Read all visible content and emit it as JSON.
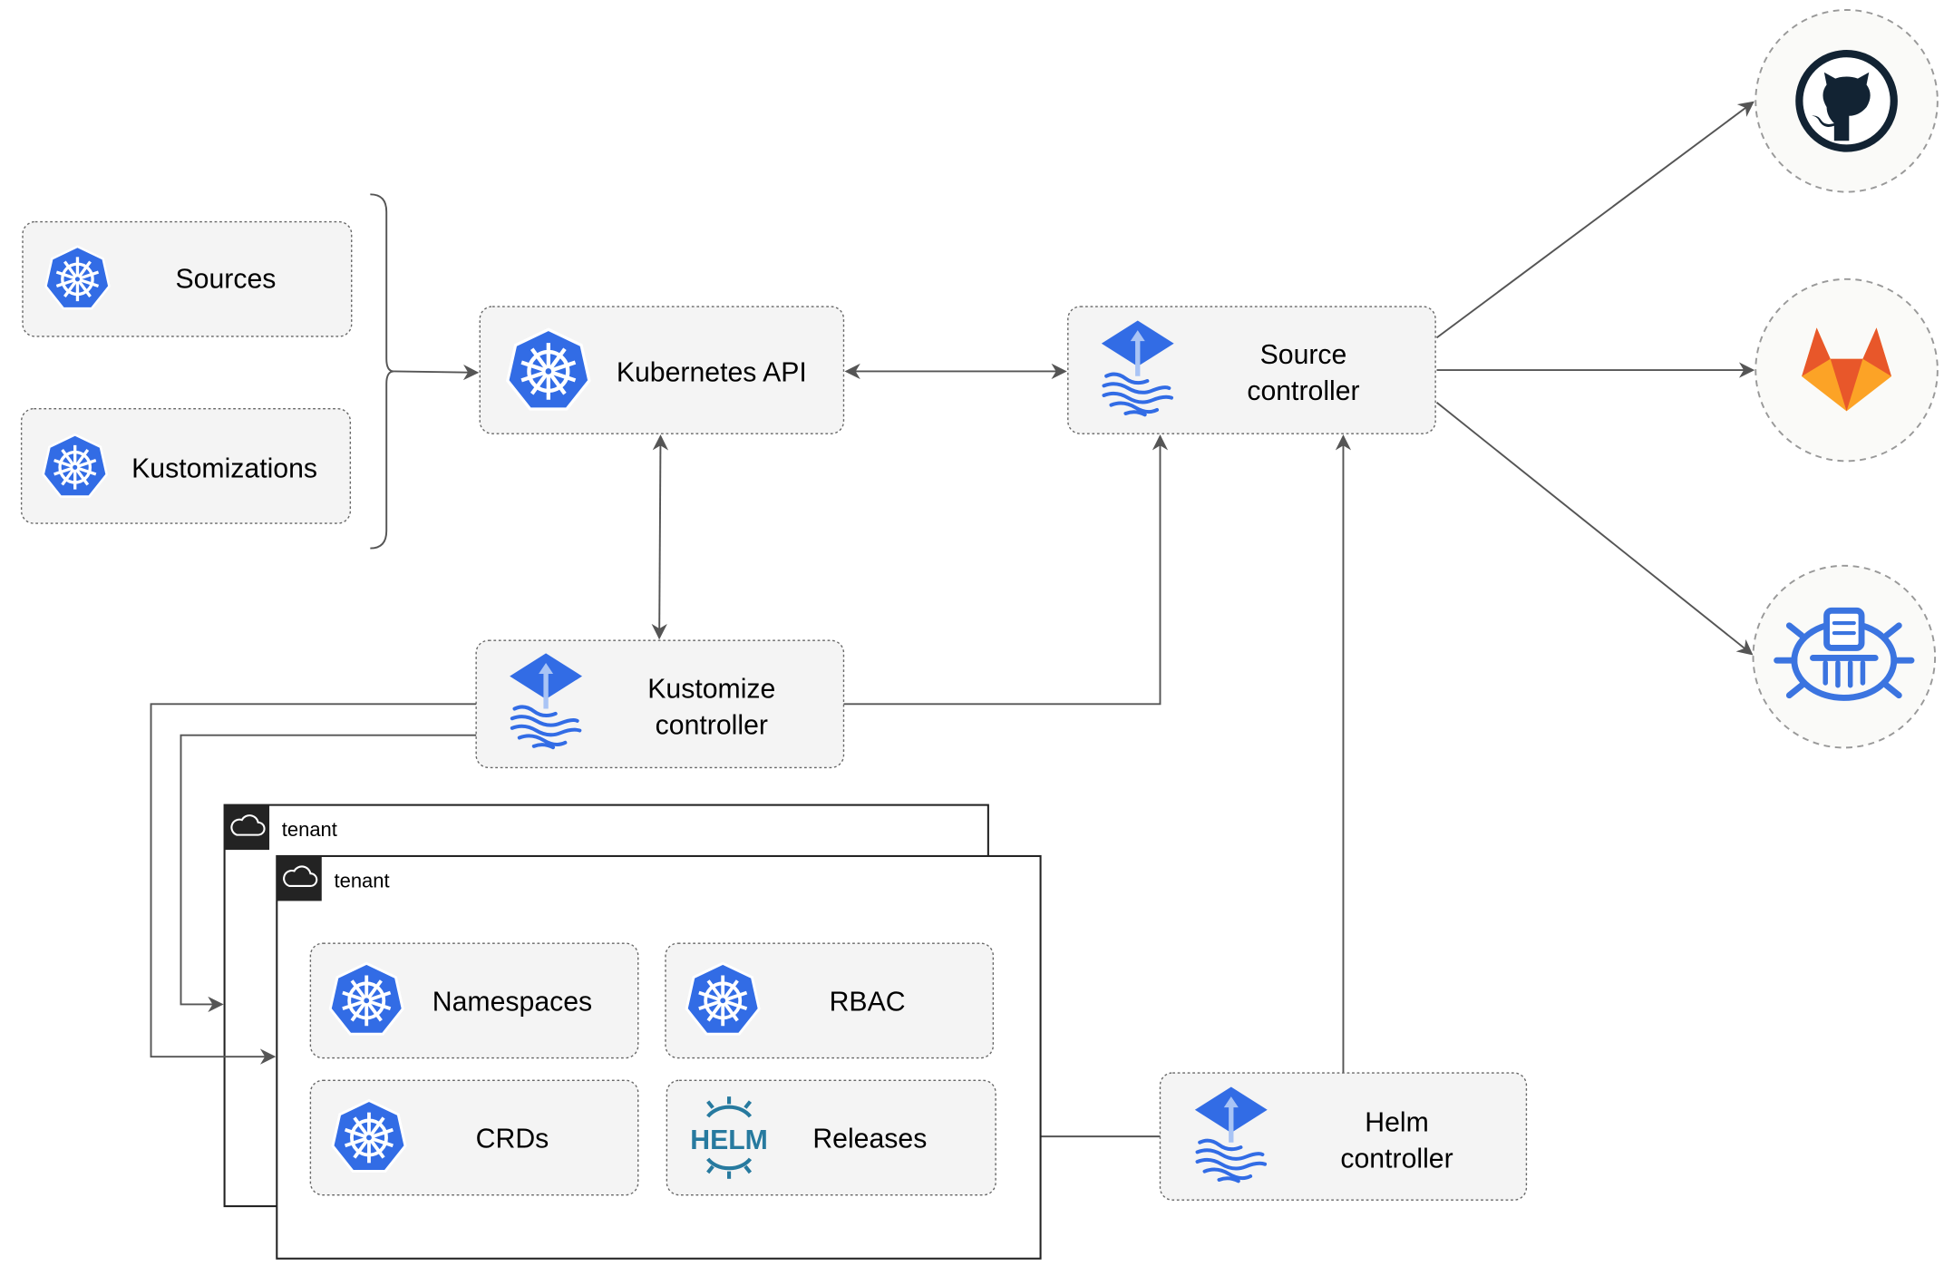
{
  "left_resources": {
    "sources": "Sources",
    "kustomizations": "Kustomizations"
  },
  "nodes": {
    "kubernetes_api": "Kubernetes API",
    "source_controller": [
      "Source",
      "controller"
    ],
    "kustomize_controller": [
      "Kustomize",
      "controller"
    ],
    "helm_controller": [
      "Helm",
      "controller"
    ]
  },
  "tenants": [
    {
      "label": "tenant"
    },
    {
      "label": "tenant",
      "resources": [
        "Namespaces",
        "RBAC",
        "CRDs",
        "Releases"
      ]
    }
  ],
  "helm_logo_text": "HELM",
  "external_sources": [
    "github-icon",
    "gitlab-icon",
    "bucket-icon"
  ],
  "colors": {
    "kubernetes_blue": "#326CE5",
    "github_dark": "#122333",
    "gitlab_orange": "#E8572A",
    "helm_blue": "#277A9F",
    "connector": "#555555"
  }
}
